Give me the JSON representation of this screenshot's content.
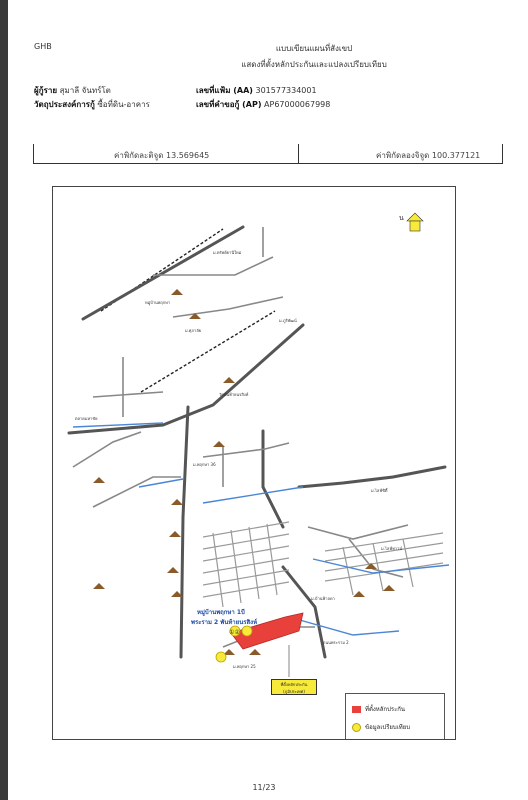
{
  "header": {
    "org": "GHB",
    "title_line1": "แบบเขียนแผนที่สังเขป",
    "title_line2": "แสดงที่ตั้งหลักประกันและแปลงเปรียบเทียบ"
  },
  "info": {
    "owner_label": "ผู้กู้ราย",
    "owner_value": "สุมาลี จันทร์โต",
    "purpose_label": "วัตถุประสงค์การกู้",
    "purpose_value": "ซื้อที่ดิน-อาคาร",
    "file_no_label": "เลขที่แฟ้ม (AA)",
    "file_no_value": "301577334001",
    "app_no_label": "เลขที่คำขอกู้ (AP)",
    "app_no_value": "AP67000067998"
  },
  "coords": {
    "lat_label": "ค่าพิกัดละติจูด",
    "lat_value": "13.569645",
    "lon_label": "ค่าพิกัดลองจิจูด",
    "lon_value": "100.377121"
  },
  "map": {
    "north_label": "น",
    "village_line1": "หมู่บ้านพฤกษา 1บี",
    "village_line2": "พระราม 2 พันท้ายนรสิงห์",
    "marker_text": "①②",
    "collateral_tag_line1": "ที่ตั้งหลักประกัน",
    "collateral_tag_line2": "(ภูมิประเทศ)",
    "legend": {
      "collateral": "ที่ตั้งหลักประกัน",
      "comparison": "ข้อมูลเปรียบเทียบ"
    },
    "labels": [
      "ม.ทรัพย์ธานีใหม่",
      "หมู่บ้านพฤกษา",
      "ม.ศุภาลัย",
      "ม.ภูริพัฒน์",
      "วัดพันท้ายนรสิงห์",
      "ตลาดมหาชัย",
      "ม.ไลฟ์ซิตี้",
      "ม.พฤกษา 36",
      "ม.ไลฟ์ทาวน์",
      "ม.บ้านฟ้าลดา",
      "ม.พฤกษา 25",
      "ถนนพระราม 2"
    ]
  },
  "footer": {
    "page": "11/23"
  },
  "colors": {
    "collateral": "#e8413c",
    "comparison": "#f7ea3a",
    "water": "#4a86d6",
    "road": "#666666"
  }
}
